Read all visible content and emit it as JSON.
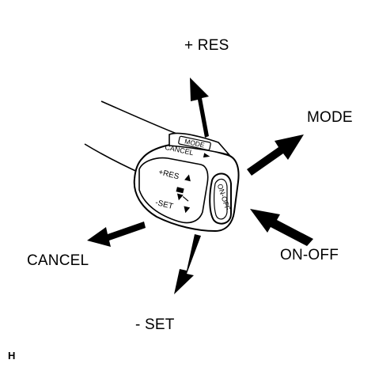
{
  "labels": {
    "res": "+ RES",
    "mode": "MODE",
    "cancel": "CANCEL",
    "on_off": "ON-OFF",
    "set": "- SET",
    "figure_code": "H"
  },
  "switch_markings": {
    "mode": "MODE",
    "cancel": "CANCEL",
    "res": "+RES",
    "set": "-SET",
    "on_off": "ON-OFF"
  },
  "icons": {
    "res_arrow": "arrow-up-icon",
    "mode_arrow": "arrow-up-right-icon",
    "cancel_arrow": "arrow-left-icon",
    "onoff_arrow": "arrow-press-icon",
    "set_arrow": "arrow-down-icon"
  },
  "colors": {
    "ink": "#000000",
    "paper": "#ffffff"
  }
}
